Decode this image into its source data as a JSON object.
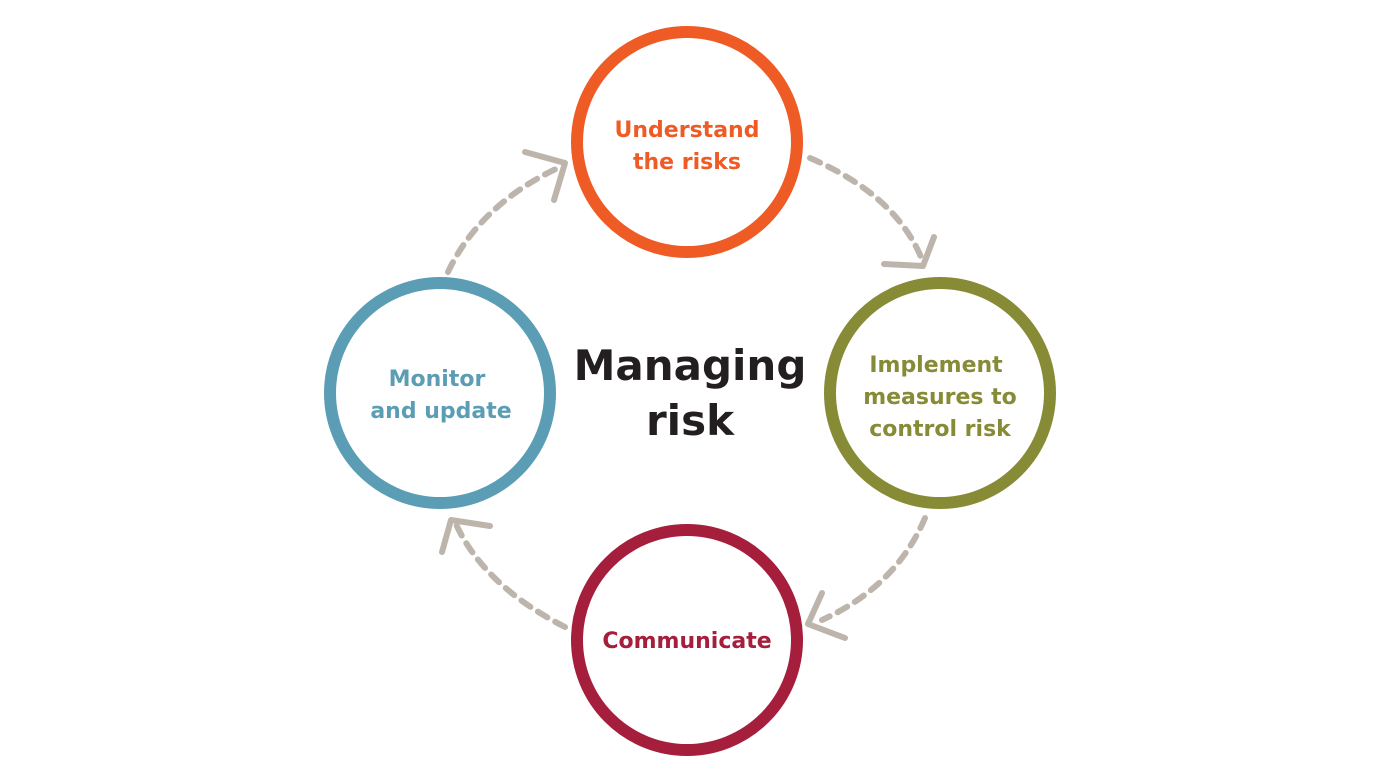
{
  "diagram": {
    "center_title": {
      "line1": "Managing",
      "line2": "risk"
    },
    "arrow_color": "#bdb5ac",
    "nodes": [
      {
        "id": "understand",
        "lines": [
          "Understand",
          "the risks"
        ],
        "color": "#ef5b24"
      },
      {
        "id": "implement",
        "lines": [
          "Implement",
          "measures to",
          "control risk"
        ],
        "color": "#878b36"
      },
      {
        "id": "communicate",
        "lines": [
          "Communicate"
        ],
        "color": "#a51e3c"
      },
      {
        "id": "monitor",
        "lines": [
          "Monitor",
          "and update"
        ],
        "color": "#5b9db4"
      }
    ]
  }
}
